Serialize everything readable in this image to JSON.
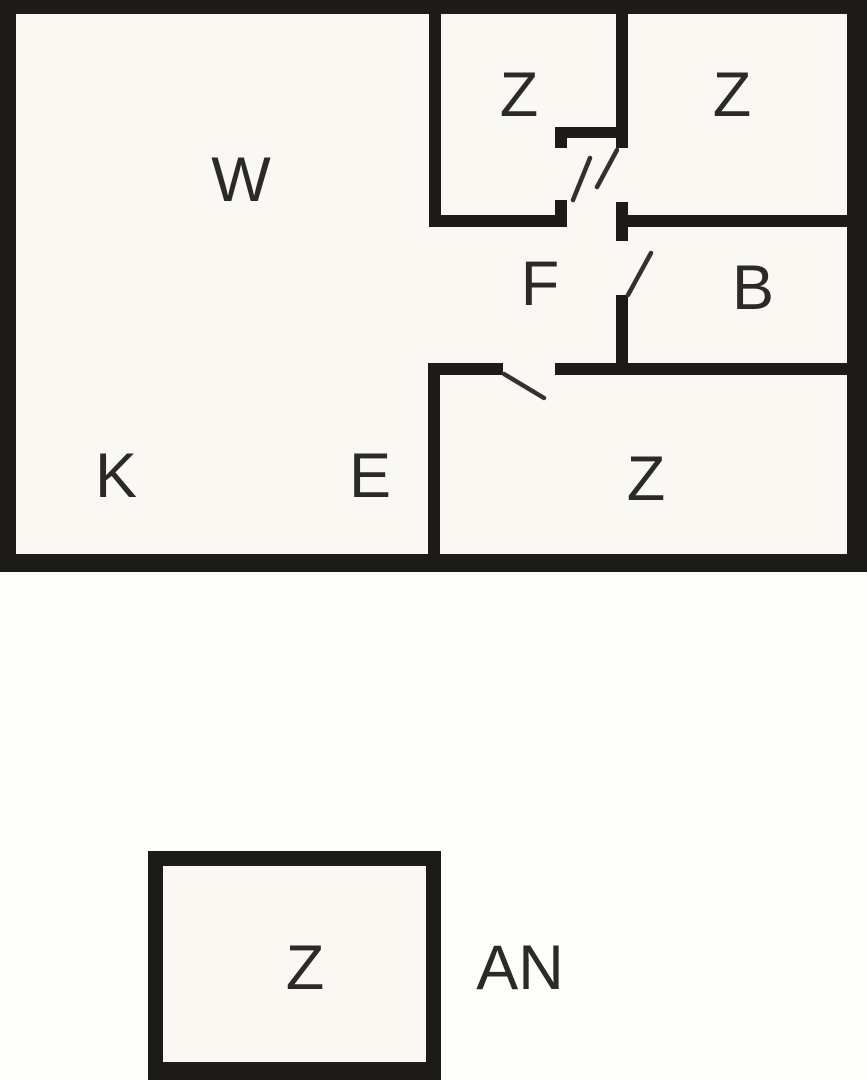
{
  "diagram": {
    "type": "floor-plan",
    "colors": {
      "background": "#fdfdfb",
      "floor": "#f9f8f3",
      "wall": "#1d1b18",
      "door_line": "#33312e",
      "label_text": "#2b2a27"
    },
    "main_building": {
      "rooms": [
        {
          "id": "w",
          "label": "W"
        },
        {
          "id": "z1",
          "label": "Z"
        },
        {
          "id": "z2",
          "label": "Z"
        },
        {
          "id": "f",
          "label": "F"
        },
        {
          "id": "b",
          "label": "B"
        },
        {
          "id": "k",
          "label": "K"
        },
        {
          "id": "e",
          "label": "E"
        },
        {
          "id": "z3",
          "label": "Z"
        }
      ],
      "door_count": 4
    },
    "annex": {
      "room_label": "Z",
      "annotation": "AN"
    }
  }
}
